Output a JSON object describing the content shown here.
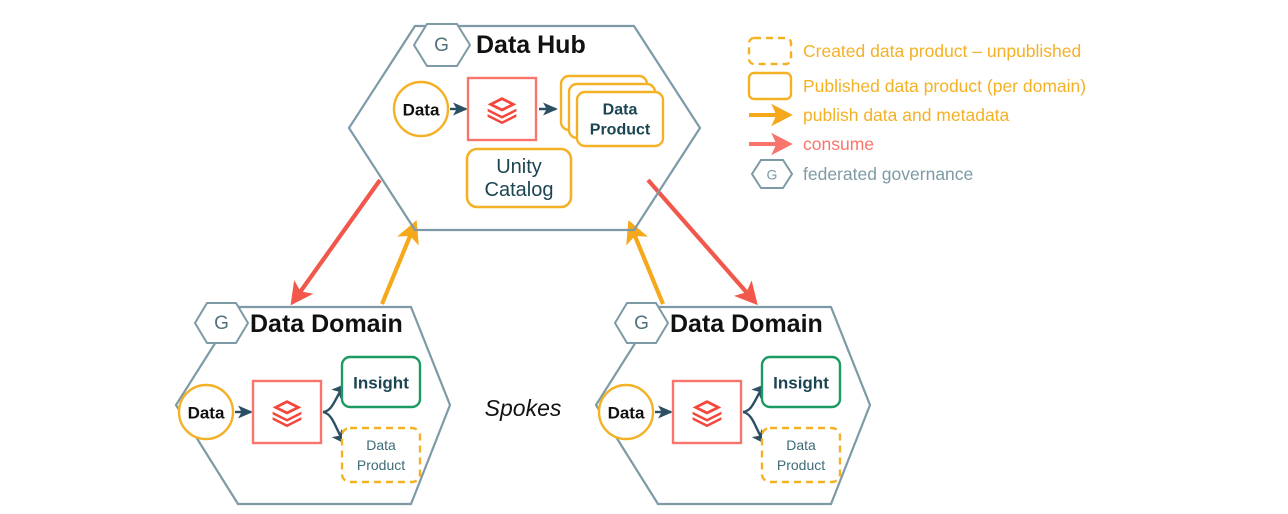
{
  "diagram": {
    "title_hub": "Data Hub",
    "spokes_label": "Spokes",
    "governance_letter": "G",
    "hub": {
      "name": "Data Hub",
      "source_label": "Data",
      "engine_icon": "databricks-logo-icon",
      "data_product_label_line1": "Data",
      "data_product_label_line2": "Product",
      "catalog_line1": "Unity",
      "catalog_line2": "Catalog"
    },
    "domains": [
      {
        "name": "Data Domain",
        "source_label": "Data",
        "engine_icon": "databricks-logo-icon",
        "insight_label": "Insight",
        "data_product_label_line1": "Data",
        "data_product_label_line2": "Product"
      },
      {
        "name": "Data Domain",
        "source_label": "Data",
        "engine_icon": "databricks-logo-icon",
        "insight_label": "Insight",
        "data_product_label_line1": "Data",
        "data_product_label_line2": "Product"
      }
    ]
  },
  "legend": {
    "items": [
      {
        "label": "Created data product – unpublished",
        "swatch": "dashed-rounded-rect",
        "color": "#f5b125"
      },
      {
        "label": "Published data product (per domain)",
        "swatch": "solid-rounded-rect",
        "color": "#f5b125"
      },
      {
        "label": "publish data and metadata",
        "swatch": "arrow",
        "color": "#f5a81c"
      },
      {
        "label": "consume",
        "swatch": "arrow",
        "color": "#f9756c"
      },
      {
        "label": "federated governance",
        "swatch": "hexagon-g",
        "color": "#7d9aa6"
      }
    ]
  },
  "colors": {
    "hexagon_outline": "#7d9aa6",
    "orange": "#f5b125",
    "orange_arrow": "#f5a81c",
    "red": "#f9756c",
    "red_arrow": "#f1574a",
    "databricks_red": "#f5463b",
    "green": "#1a9b63",
    "teal_text": "#1b4552",
    "flow_arrow": "#2d4f63",
    "background": "#ffffff"
  }
}
